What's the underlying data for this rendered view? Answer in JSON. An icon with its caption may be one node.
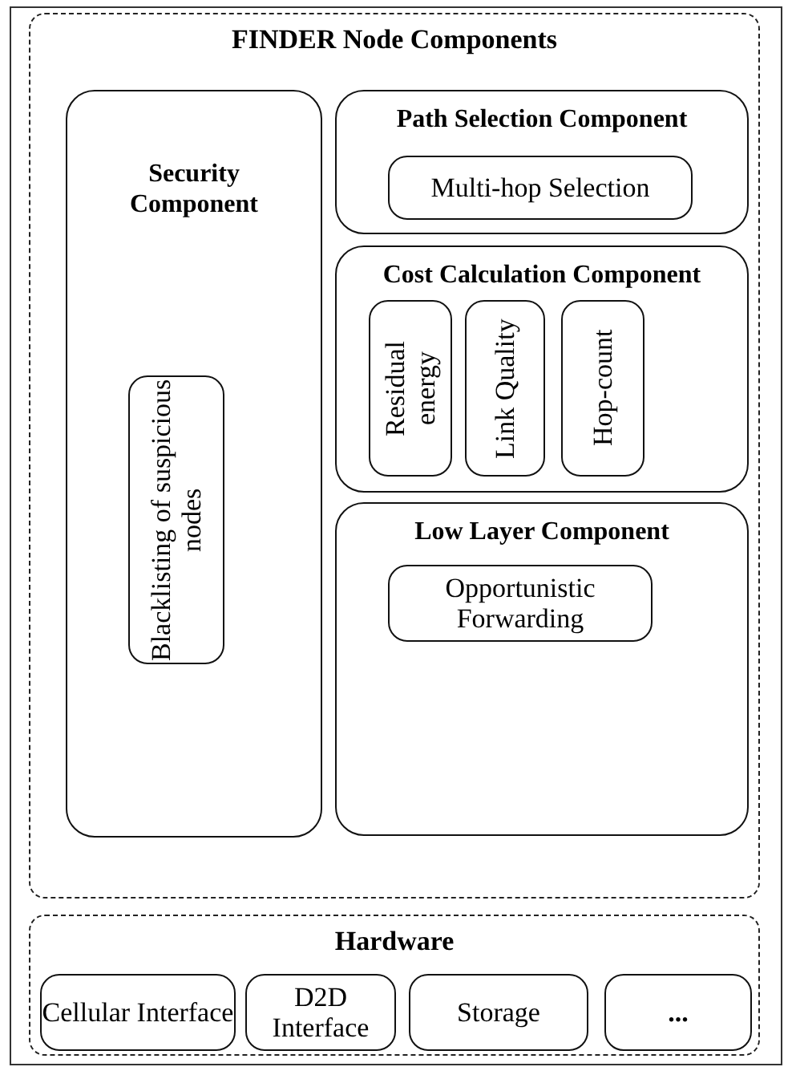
{
  "diagram": {
    "nodes": [
      {
        "text": [
          "FINDER Node Components"
        ]
      },
      {
        "text": [
          "Security Component"
        ],
        "in": 0
      },
      {
        "text": [
          "Blacklisting of suspicious nodes"
        ],
        "in": 1
      },
      {
        "text": [
          "Path Selection Component"
        ],
        "in": 0
      },
      {
        "text": [
          "Multi-hop Selection"
        ],
        "in": 3
      },
      {
        "text": [
          "Cost Calculation Component"
        ],
        "in": 0
      },
      {
        "text": [
          "Residual energy"
        ],
        "in": 5
      },
      {
        "text": [
          "Link Quality"
        ],
        "in": 5
      },
      {
        "text": [
          "Hop-count"
        ],
        "in": 5
      },
      {
        "text": [
          "Low Layer Component"
        ],
        "in": 0
      },
      {
        "text": [
          "Opportunistic Forwarding"
        ],
        "in": 9
      },
      {
        "text": [
          "Hardware"
        ]
      },
      {
        "text": [
          "Cellular Interface"
        ],
        "in": 11
      },
      {
        "text": [
          "D2D Interface"
        ],
        "in": 11
      },
      {
        "text": [
          "Storage"
        ],
        "in": 11
      },
      {
        "text": [
          "..."
        ],
        "in": 11
      }
    ],
    "edges": []
  }
}
